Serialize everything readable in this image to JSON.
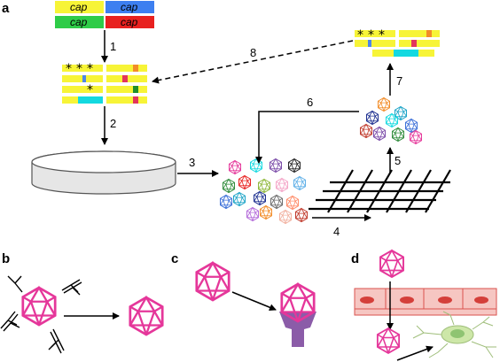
{
  "panels": {
    "a": "a",
    "b": "b",
    "c": "c",
    "d": "d"
  },
  "cap_boxes": [
    {
      "label": "cap",
      "color": "#f7f437"
    },
    {
      "label": "cap",
      "color": "#3d7ff0"
    },
    {
      "label": "cap",
      "color": "#2ecc48"
    },
    {
      "label": "cap",
      "color": "#e8211f"
    }
  ],
  "steps": [
    "1",
    "2",
    "3",
    "4",
    "5",
    "6",
    "7",
    "8"
  ],
  "colors": {
    "capsid": "#e5379a",
    "library_yellow": "#f7f437",
    "library_cyan": "#13d9e0",
    "library_blue": "#4f86e6",
    "library_red": "#e3355b",
    "library_green": "#1f8f2b",
    "library_orange": "#f28c28",
    "antibody": "#000000",
    "receptor": "#8b5ca8",
    "cell_pink": "#f6c6c2",
    "cell_border": "#d9534f",
    "nucleus": "#d43f3a",
    "neuron_body": "#cde7a8",
    "neuron_nucleus": "#8fc472",
    "neuron_branch": "#9fbe7a"
  },
  "library_capsid_colors": [
    "#e5379a",
    "#f28c28",
    "#3a6fd8",
    "#7a4aa8",
    "#1aa3c7",
    "#2e8b3a",
    "#e8211f",
    "#13d9e0",
    "#f4a6c8",
    "#1c2f8f",
    "#8fb83a",
    "#ff8c69",
    "#6b6b6b",
    "#c0392b",
    "#222222",
    "#b36ad9",
    "#5fb0e8",
    "#f2b1a0"
  ]
}
